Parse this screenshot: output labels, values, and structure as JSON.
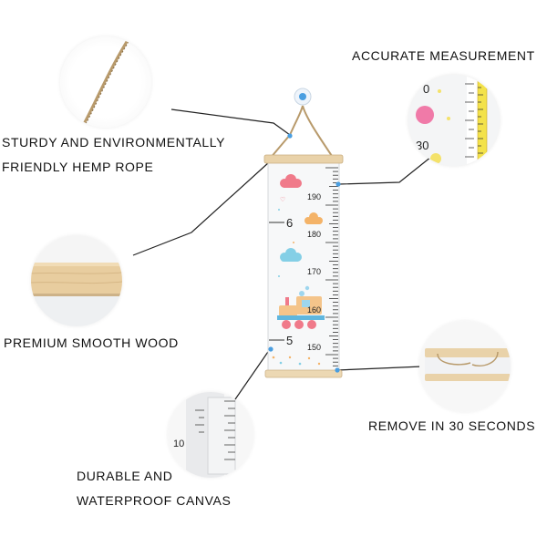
{
  "labels": {
    "hemp_rope_line1": "STURDY AND ENVIRONMENTALLY",
    "hemp_rope_line2": "FRIENDLY HEMP ROPE",
    "accurate": "ACCURATE MEASUREMENT",
    "wood": "PREMIUM SMOOTH WOOD",
    "remove": "REMOVE IN 30 SECONDS",
    "canvas_line1": "DURABLE AND",
    "canvas_line2": "WATERPROOF CANVAS"
  },
  "chart": {
    "feet_marks": [
      "6",
      "5"
    ],
    "cm_marks": [
      "190",
      "180",
      "170",
      "160",
      "150"
    ]
  },
  "zoom_accurate": {
    "marks": [
      "0",
      "30"
    ]
  },
  "zoom_canvas": {
    "marks": [
      "10"
    ]
  },
  "colors": {
    "wood": "#e9d2a9",
    "rope": "#b89a6b",
    "accent_blue": "#4a9ee0",
    "ruler_yellow": "#f3e24a"
  }
}
